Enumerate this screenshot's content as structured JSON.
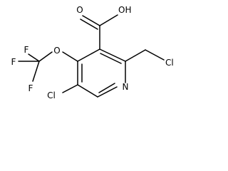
{
  "molecule": {
    "atoms": {
      "carboxyl_oxygen": "O",
      "hydroxyl": "OH",
      "chloromethyl_chlorine": "Cl",
      "ether_oxygen": "O",
      "fluorine_top": "F",
      "fluorine_left": "F",
      "fluorine_bottom": "F",
      "ring_nitrogen": "N",
      "ring_chlorine": "Cl"
    }
  },
  "colors": {
    "bond": "#000000",
    "label": "#000000",
    "background": "#ffffff"
  }
}
